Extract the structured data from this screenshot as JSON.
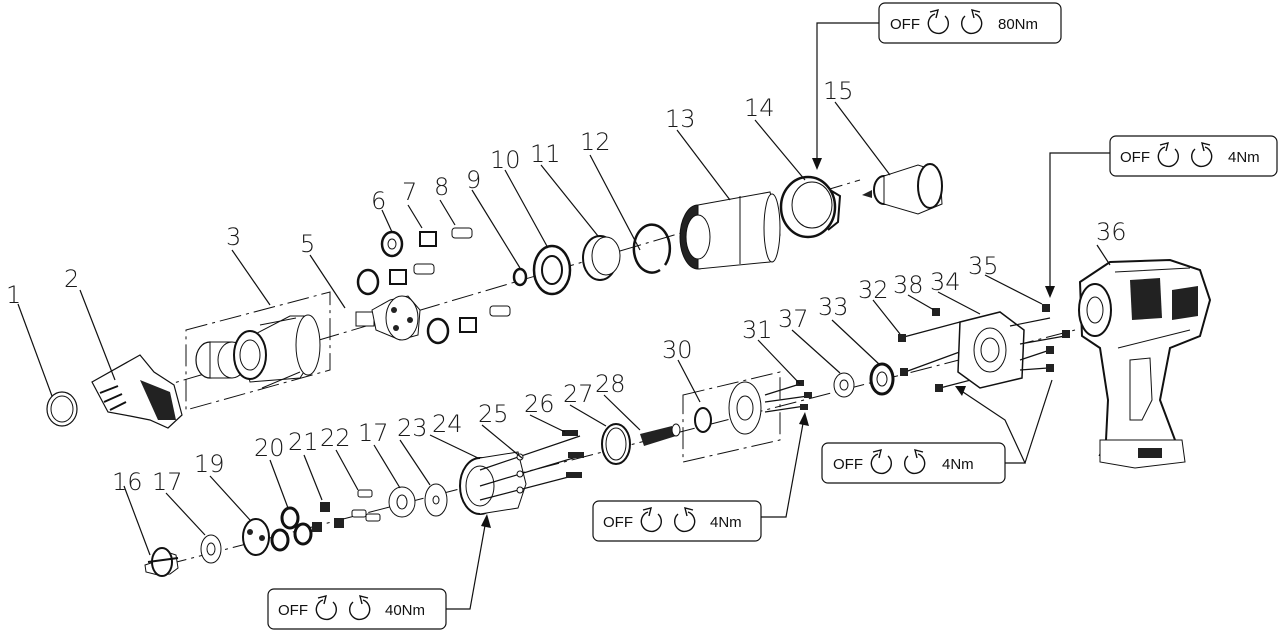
{
  "part_numbers": [
    "1",
    "2",
    "3",
    "5",
    "6",
    "7",
    "8",
    "9",
    "10",
    "11",
    "12",
    "13",
    "14",
    "15",
    "16",
    "17",
    "19",
    "20",
    "21",
    "22",
    "17",
    "23",
    "24",
    "25",
    "26",
    "27",
    "28",
    "30",
    "31",
    "37",
    "33",
    "32",
    "38",
    "34",
    "35",
    "36"
  ],
  "torque_callouts": [
    {
      "off": "OFF",
      "value": "80Nm"
    },
    {
      "off": "OFF",
      "value": "4Nm"
    },
    {
      "off": "OFF",
      "value": "4Nm"
    },
    {
      "off": "OFF",
      "value": "4Nm"
    },
    {
      "off": "OFF",
      "value": "40Nm"
    }
  ]
}
